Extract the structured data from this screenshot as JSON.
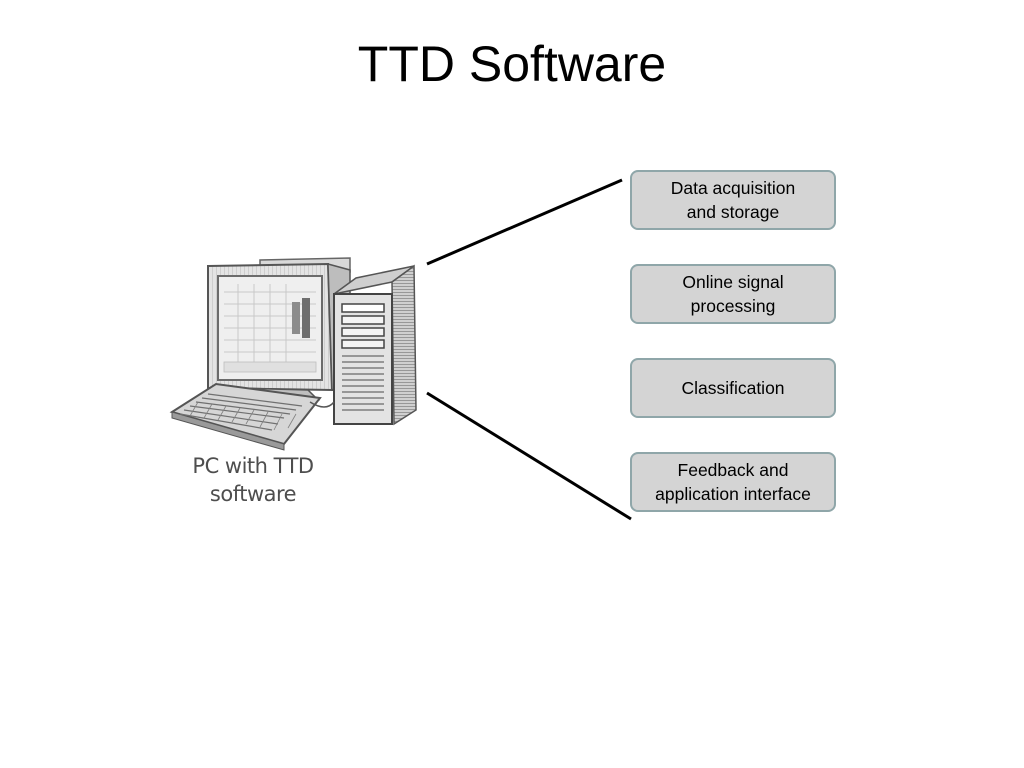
{
  "slide": {
    "title": "TTD Software"
  },
  "pc": {
    "caption_line1": "PC with TTD",
    "caption_line2": "software",
    "icon": "desktop-computer-icon"
  },
  "modules": [
    {
      "line1": "Data acquisition",
      "line2": "and storage"
    },
    {
      "line1": "Online signal",
      "line2": "processing"
    },
    {
      "line1": "Classification",
      "line2": ""
    },
    {
      "line1": "Feedback and",
      "line2": "application interface"
    }
  ],
  "colors": {
    "box_fill": "#d4d4d4",
    "box_border": "#8fa6a9",
    "text": "#000000",
    "caption_text": "#4e4e4e"
  }
}
